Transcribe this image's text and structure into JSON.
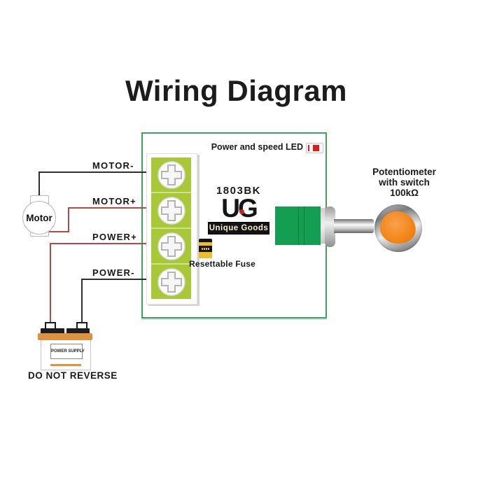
{
  "title": "Wiring Diagram",
  "board": {
    "led_label": "Power and speed LED",
    "model": "1803BK",
    "brand": "UG",
    "brand_tagline": "Unique Goods",
    "fuse_label": "Resettable Fuse"
  },
  "connections": {
    "motor_minus": "MOTOR-",
    "motor_plus": "MOTOR+",
    "power_plus": "POWER+",
    "power_minus": "POWER-"
  },
  "motor": {
    "label": "Motor"
  },
  "battery": {
    "label": "POWER SUPPLY",
    "warning": "DO NOT REVERSE"
  },
  "potentiometer": {
    "name": "Potentiometer",
    "feature": "with switch",
    "value": "100kΩ"
  },
  "colors": {
    "pcb_border": "#3fa060",
    "terminal_green": "#a9c838",
    "pot_green": "#149e52",
    "wire_red": "#b24a45",
    "wire_black": "#2f2f2f",
    "led_red": "#dd1d1d",
    "knob_orange": "#f2800f",
    "battery_orange": "#dd9143",
    "fuse_yellow": "#edbd2a"
  }
}
